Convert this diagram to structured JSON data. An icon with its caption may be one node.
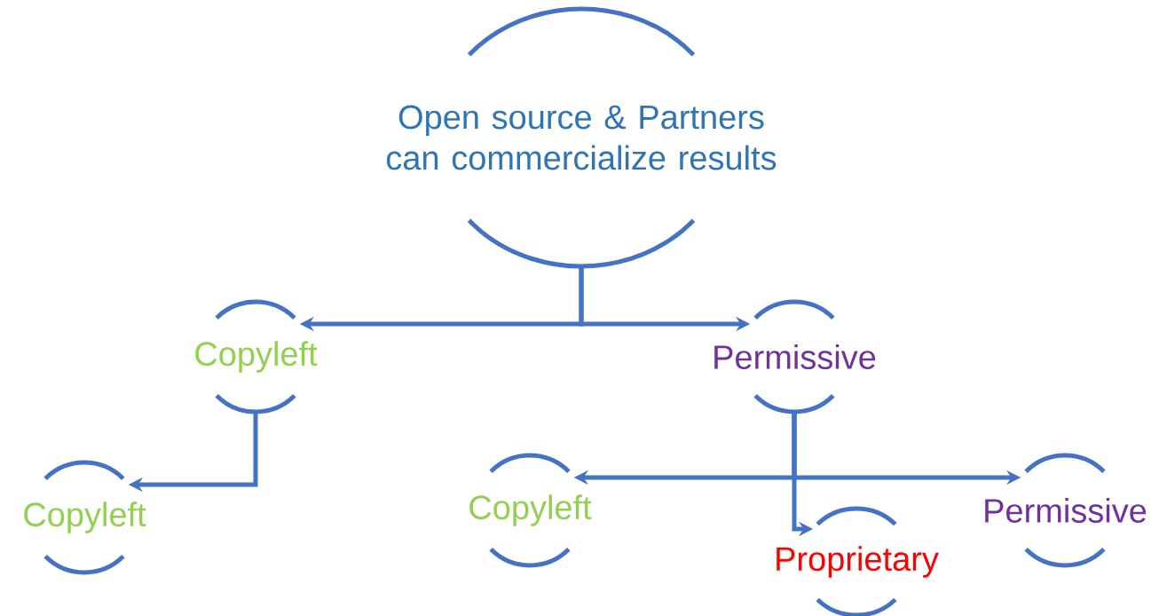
{
  "diagram": {
    "nodes": [
      {
        "text": [
          "Open source & Partners can commercialize results"
        ]
      },
      {
        "text": [
          "Copyleft"
        ]
      },
      {
        "text": [
          "Permissive"
        ]
      },
      {
        "text": [
          "Copyleft"
        ]
      },
      {
        "text": [
          "Copyleft"
        ]
      },
      {
        "text": [
          "Proprietary"
        ]
      },
      {
        "text": [
          "Permissive"
        ]
      }
    ],
    "edges": [
      {
        "from": 0,
        "to": 1,
        "arrow": "to"
      },
      {
        "from": 0,
        "to": 2,
        "arrow": "to"
      },
      {
        "from": 1,
        "to": 3,
        "arrow": "to"
      },
      {
        "from": 2,
        "to": 4,
        "arrow": "to"
      },
      {
        "from": 2,
        "to": 5,
        "arrow": "to"
      },
      {
        "from": 2,
        "to": 6,
        "arrow": "to"
      }
    ]
  }
}
